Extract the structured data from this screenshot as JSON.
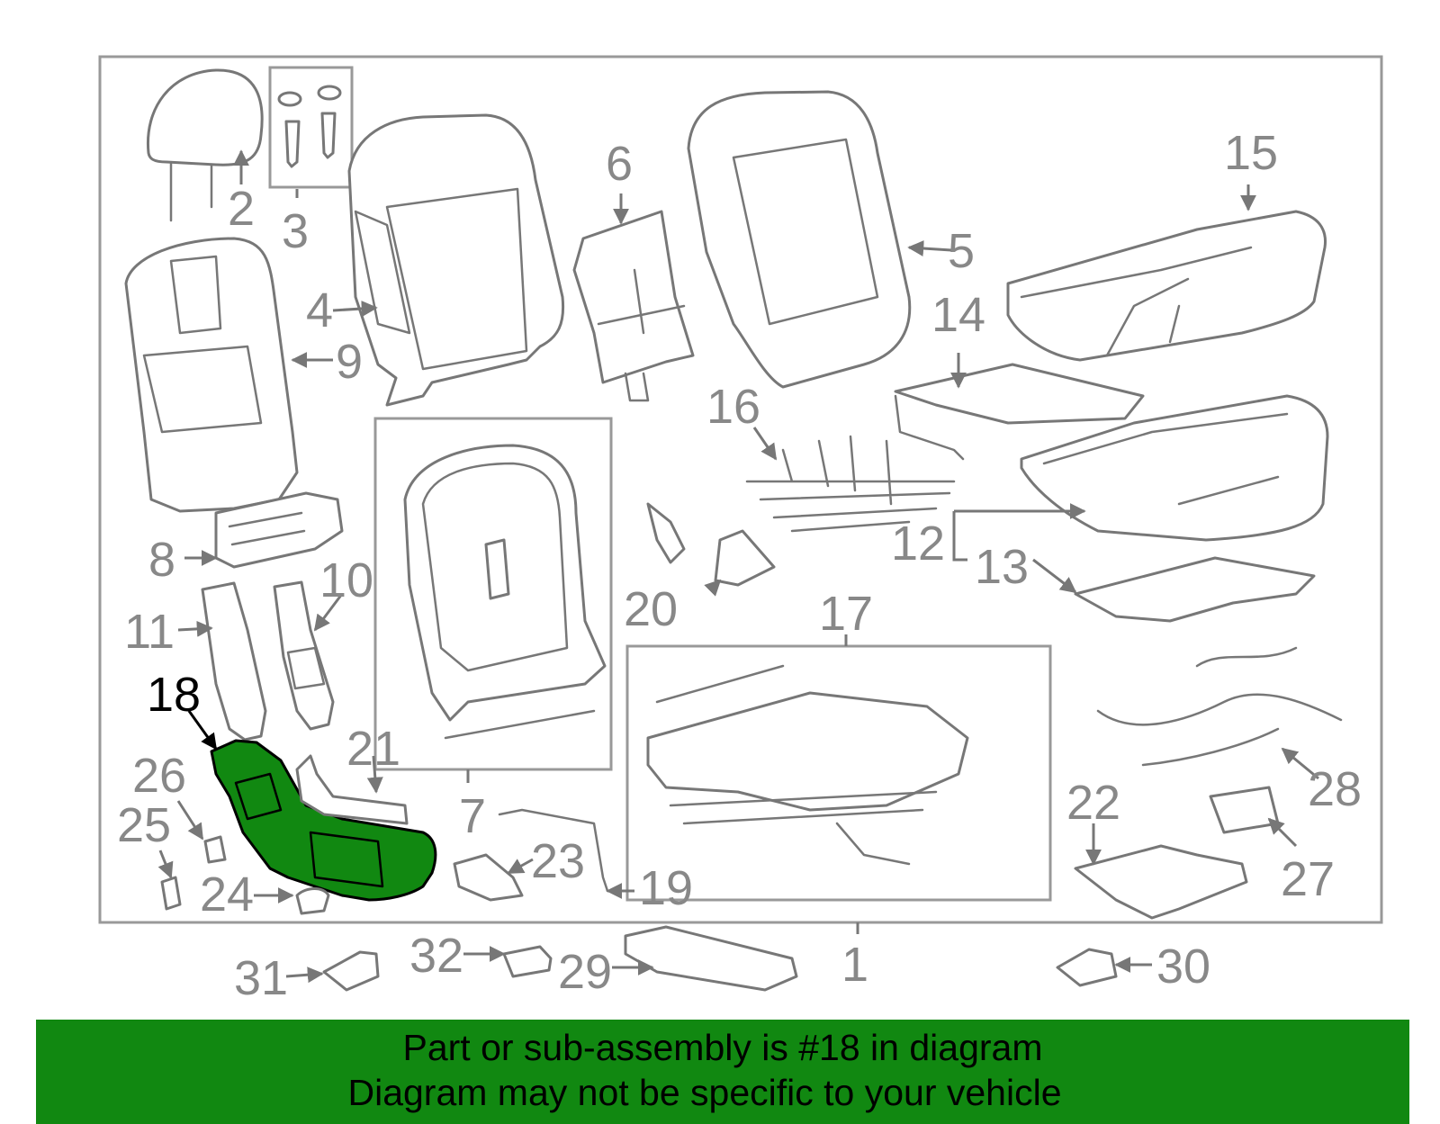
{
  "diagram": {
    "highlighted_part": "18",
    "highlight_color": "#118811",
    "line_color": "#777777",
    "callouts": [
      "1",
      "2",
      "3",
      "4",
      "5",
      "6",
      "7",
      "8",
      "9",
      "10",
      "11",
      "12",
      "13",
      "14",
      "15",
      "16",
      "17",
      "18",
      "19",
      "20",
      "21",
      "22",
      "23",
      "24",
      "25",
      "26",
      "27",
      "28",
      "29",
      "30",
      "31",
      "32"
    ]
  },
  "banner": {
    "background_color": "#118811",
    "line_1": "Part or sub-assembly is #18 in diagram",
    "line_2": "Diagram may not be specific to your vehicle"
  }
}
